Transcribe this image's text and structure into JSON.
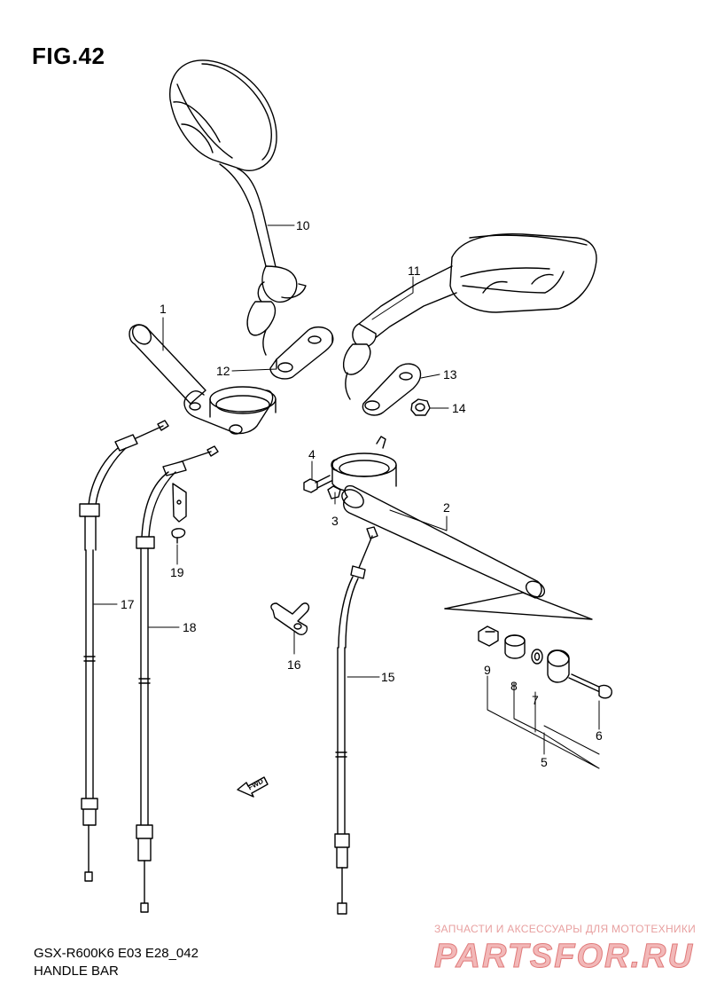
{
  "figure": {
    "title": "FIG.42",
    "model_code": "GSX-R600K6 E03 E28_042",
    "name": "HANDLE BAR"
  },
  "watermark": {
    "top_text": "ЗАПЧАСТИ И АКСЕССУАРЫ ДЛЯ МОТОТЕХНИКИ",
    "logo_text": "PARTSFOR.RU",
    "color": "#e07a7a"
  },
  "fwd_label": "FWD",
  "callouts": [
    {
      "id": "c1",
      "text": "1"
    },
    {
      "id": "c2",
      "text": "2"
    },
    {
      "id": "c3",
      "text": "3"
    },
    {
      "id": "c4",
      "text": "4"
    },
    {
      "id": "c5",
      "text": "5"
    },
    {
      "id": "c6",
      "text": "6"
    },
    {
      "id": "c7",
      "text": "7"
    },
    {
      "id": "c8",
      "text": "8"
    },
    {
      "id": "c9",
      "text": "9"
    },
    {
      "id": "c10",
      "text": "10"
    },
    {
      "id": "c11",
      "text": "11"
    },
    {
      "id": "c12",
      "text": "12"
    },
    {
      "id": "c13",
      "text": "13"
    },
    {
      "id": "c14",
      "text": "14"
    },
    {
      "id": "c15",
      "text": "15"
    },
    {
      "id": "c16",
      "text": "16"
    },
    {
      "id": "c17",
      "text": "17"
    },
    {
      "id": "c18",
      "text": "18"
    },
    {
      "id": "c19",
      "text": "19"
    }
  ]
}
